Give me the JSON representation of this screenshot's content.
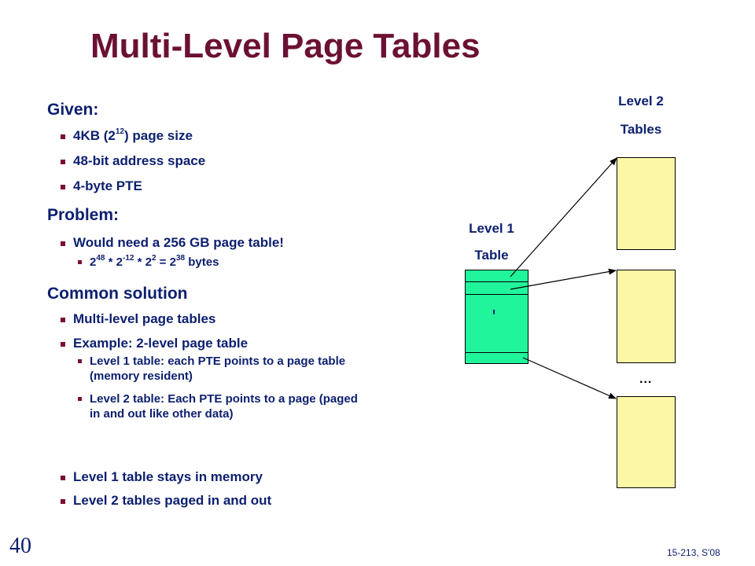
{
  "slide": {
    "title": "Multi-Level Page Tables",
    "page_number": "40",
    "course": "15-213, S'08"
  },
  "given": {
    "heading": "Given:",
    "items": {
      "page_size_pre": "4KB (2",
      "page_size_exp": "12",
      "page_size_post": ") page size",
      "address_space": "48-bit address space",
      "pte_size": "4-byte PTE"
    }
  },
  "problem": {
    "heading": "Problem:",
    "item": "Would need a 256 GB page table!",
    "calc": {
      "b1": "2",
      "e1": "48",
      "t1": " * 2",
      "e2": "-12",
      "t2": " * 2",
      "e3": "2",
      "t3": " = 2",
      "e4": "38",
      "t4": " bytes"
    }
  },
  "solution": {
    "heading": "Common solution",
    "multi_level": "Multi-level page tables",
    "example": "Example: 2-level page table",
    "sub_items": {
      "level1_line1": "Level 1 table: each PTE points to a page table",
      "level1_line2": "(memory resident)",
      "level2_line1": "Level 2 table: Each PTE points to a page (paged",
      "level2_line2": "in and out like other data)"
    },
    "level1_stays": "Level 1 table stays in memory",
    "level2_paged": "Level 2 tables paged in and out"
  },
  "diagram": {
    "level2_label_line1": "Level 2",
    "level2_label_line2": "Tables",
    "level1_label_line1": "Level 1",
    "level1_label_line2": "Table",
    "level1_dots": "...",
    "level2_dots": "...",
    "colors": {
      "level1_fill": "#21f59b",
      "level2_fill": "#fbf7a6",
      "title_color": "#6b1133",
      "text_color": "#0c1f6e"
    }
  }
}
